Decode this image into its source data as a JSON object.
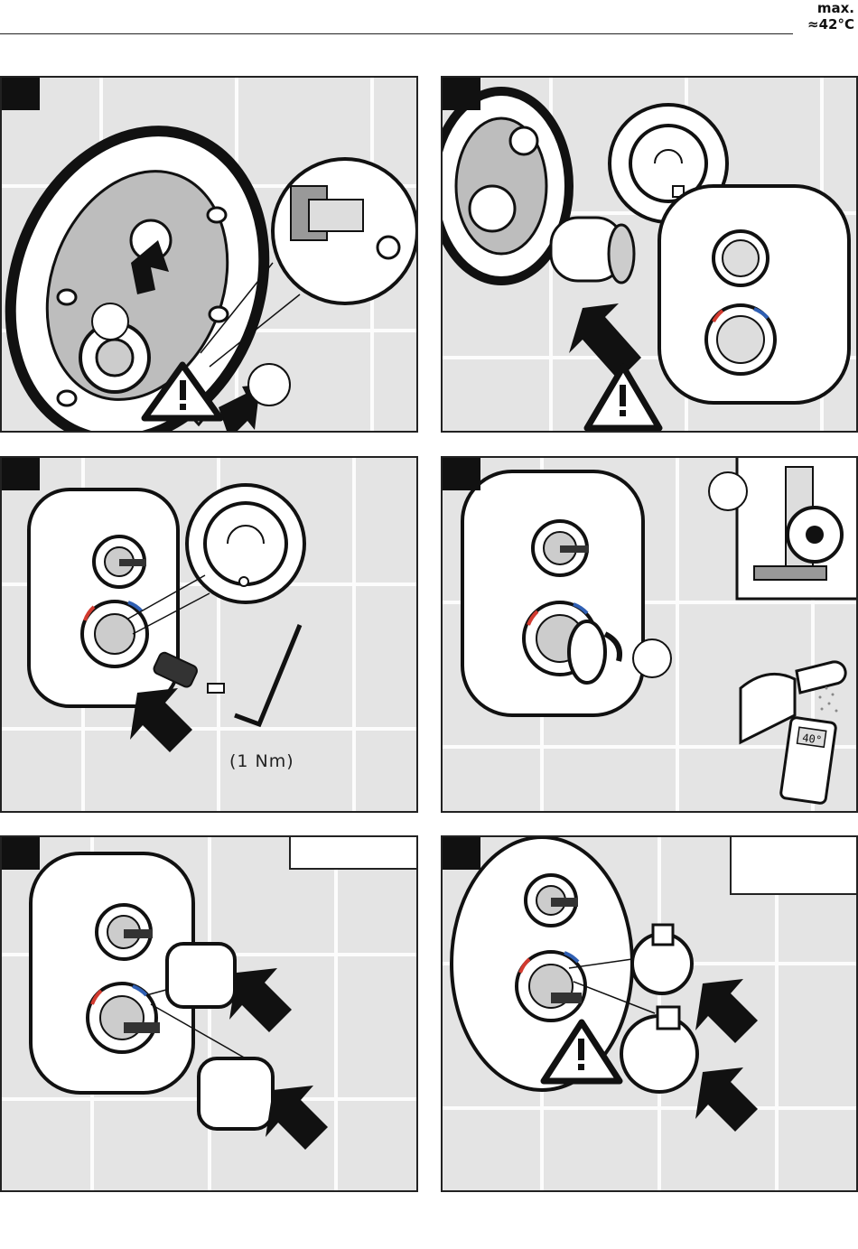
{
  "header": {
    "line1": "max.",
    "line2": "≈42°C"
  },
  "panels": {
    "p3": {
      "torque_label": "(1 Nm)"
    },
    "p4": {
      "thermometer_display": "40°"
    }
  },
  "colors": {
    "panel_bg": "#e4e4e4",
    "ink": "#111111",
    "hot": "#d23a2f",
    "cold": "#2f5fb3"
  }
}
